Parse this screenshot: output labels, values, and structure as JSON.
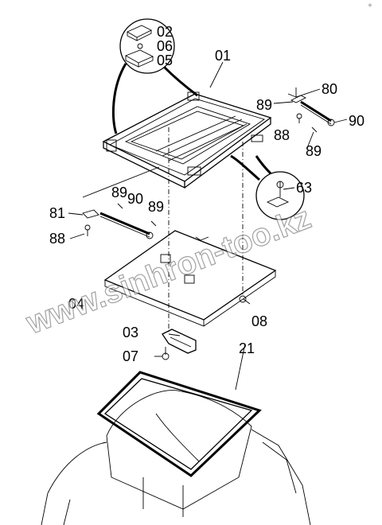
{
  "parts": {
    "p01": "01",
    "p02": "02",
    "p03": "03",
    "p04": "04",
    "p05": "05",
    "p06": "06",
    "p07": "07",
    "p08": "08",
    "p21": "21",
    "p63": "63",
    "p80": "80",
    "p81": "81",
    "p88a": "88",
    "p88b": "88",
    "p89a": "89",
    "p89b": "89",
    "p89c": "89",
    "p89d": "89",
    "p90a": "90",
    "p90b": "90"
  },
  "watermark": "www.sinhron-too.kz",
  "corner_mark": "+"
}
